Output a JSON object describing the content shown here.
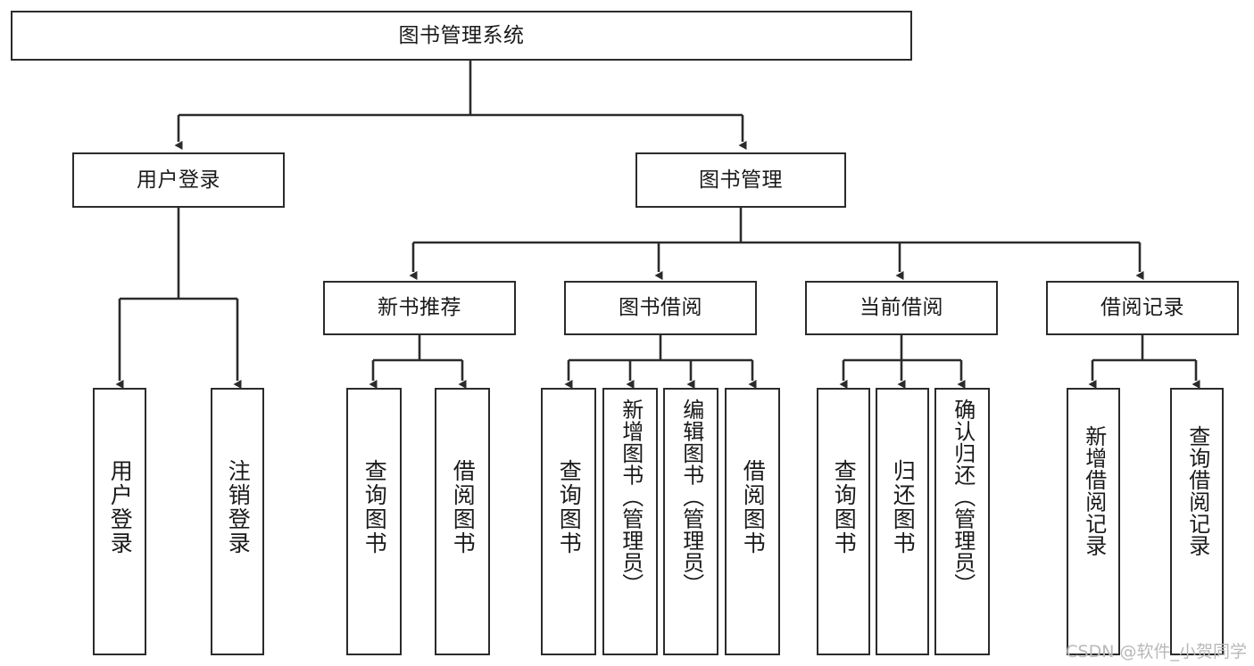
{
  "diagram": {
    "type": "tree-hierarchy",
    "title": "图书管理系统",
    "accent_color": "#2b2b2b",
    "background_color": "#ffffff",
    "root": {
      "id": "root",
      "label": "图书管理系统"
    },
    "level2": [
      {
        "id": "user-login",
        "label": "用户登录"
      },
      {
        "id": "book-manage",
        "label": "图书管理"
      }
    ],
    "level3": [
      {
        "id": "new-book-recommend",
        "label": "新书推荐",
        "parent": "book-manage"
      },
      {
        "id": "book-borrow",
        "label": "图书借阅",
        "parent": "book-manage"
      },
      {
        "id": "current-borrow",
        "label": "当前借阅",
        "parent": "book-manage"
      },
      {
        "id": "borrow-record",
        "label": "借阅记录",
        "parent": "book-manage"
      }
    ],
    "leaves": {
      "user_login": [
        {
          "id": "leaf-user-login",
          "label": "用户登录"
        },
        {
          "id": "leaf-logout-login",
          "label": "注销登录"
        }
      ],
      "new_book_recommend": [
        {
          "id": "leaf-query-book-1",
          "label": "查询图书"
        },
        {
          "id": "leaf-borrow-book-1",
          "label": "借阅图书"
        }
      ],
      "book_borrow": [
        {
          "id": "leaf-query-book-2",
          "label": "查询图书"
        },
        {
          "id": "leaf-add-book",
          "label": "新增图书（管理员）"
        },
        {
          "id": "leaf-edit-book",
          "label": "编辑图书（管理员）"
        },
        {
          "id": "leaf-borrow-book-2",
          "label": "借阅图书"
        }
      ],
      "current_borrow": [
        {
          "id": "leaf-query-book-3",
          "label": "查询图书"
        },
        {
          "id": "leaf-return-book",
          "label": "归还图书"
        },
        {
          "id": "leaf-confirm-return",
          "label": "确认归还（管理员）"
        }
      ],
      "borrow_record": [
        {
          "id": "leaf-add-record",
          "label": "新增借阅记录"
        },
        {
          "id": "leaf-query-record",
          "label": "查询借阅记录"
        }
      ]
    }
  },
  "watermark": {
    "text": "CSDN @软件_小贺同学"
  }
}
